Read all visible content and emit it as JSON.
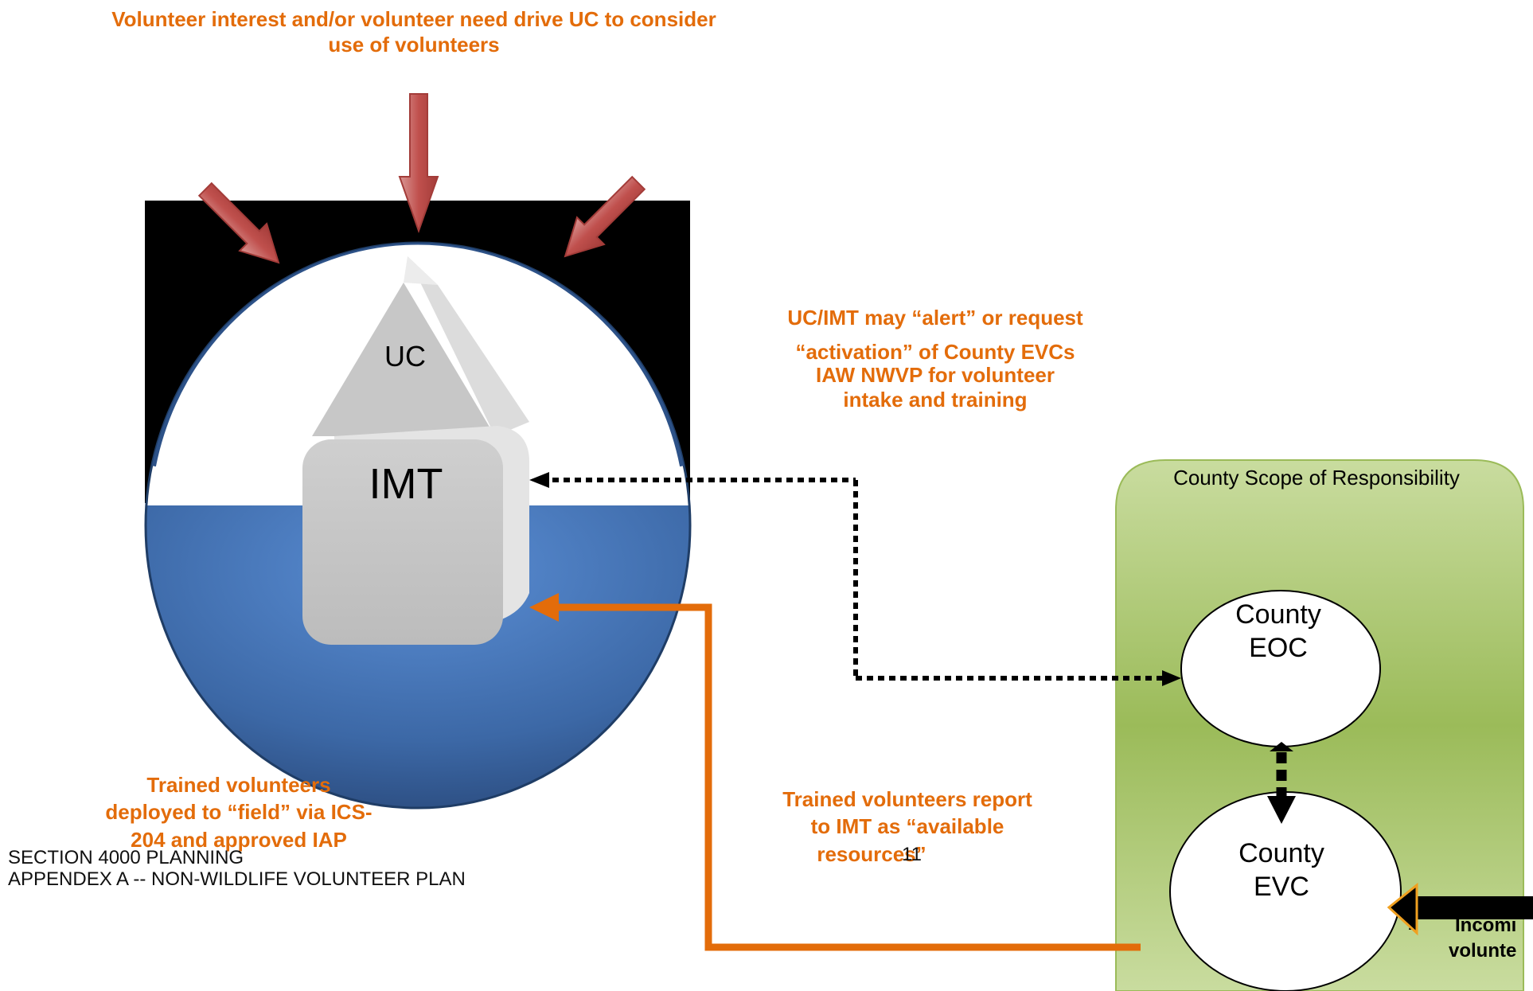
{
  "texts": {
    "top_driver": "Volunteer interest and/or volunteer need drive UC to consider use of volunteers",
    "uc": "UC",
    "imt": "IMT",
    "alert_line1": "UC/IMT may “alert” or request",
    "alert_line2": "“activation” of County EVCs",
    "alert_line3": "IAW NWVP for volunteer",
    "alert_line4": "intake and training",
    "county_scope": "County Scope of Responsibility",
    "county_eoc_1": "County",
    "county_eoc_2": "EOC",
    "county_evc_1": "County",
    "county_evc_2": "EVC",
    "incoming_1": "Incomi",
    "incoming_2": "volunte",
    "trained_left_1": "Trained volunteers",
    "trained_left_2": "deployed to “field” via ICS-",
    "trained_left_3": "204 and approved IAP",
    "trained_right_1": "Trained volunteers report",
    "trained_right_2": "to IMT as “available",
    "trained_right_3": "resources”",
    "footer_1": "SECTION 4000 PLANNING",
    "footer_2": "APPENDEX A -- NON-WILDLIFE VOLUNTEER PLAN",
    "page_number": "11"
  },
  "colors": {
    "orange": "#e36c0a",
    "red_arrow": "#c0504d",
    "blue_water": "#3a6aa8",
    "green_scope": "#9bbb59",
    "gray_block": "#c8c8c8"
  }
}
